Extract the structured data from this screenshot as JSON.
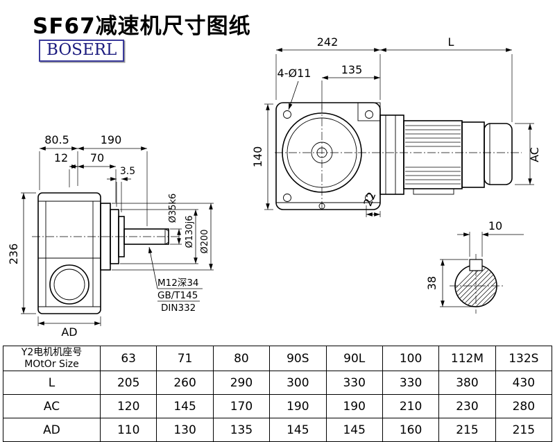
{
  "title": "SF67减速机尺寸图纸",
  "logo": "BOSERL",
  "views": {
    "front": {
      "width": "242",
      "motor_len": "L",
      "holes": "4-Ø11",
      "center_to_edge": "135",
      "height": "140",
      "corner": "22",
      "motor_dia": "AC"
    },
    "side": {
      "w_top_left": "80.5",
      "w_top": "190",
      "w_step": "12",
      "w_mid": "70",
      "w_face": "3.5",
      "height": "236",
      "depth": "AD",
      "shaft_dia": "Ø35k6",
      "spigot_dia": "Ø130j6",
      "flange_dia": "Ø200",
      "tap_note": "M12深34",
      "std1": "GB/T145",
      "std2": "DIN332"
    },
    "shaft": {
      "key_width": "10",
      "key_flat": "38"
    }
  },
  "table": {
    "header_cn": "Y2电机机座号",
    "header_en": "MOtOr Size",
    "sizes": [
      "63",
      "71",
      "80",
      "90S",
      "90L",
      "100",
      "112M",
      "132S"
    ],
    "rows": [
      {
        "label": "L",
        "values": [
          "205",
          "260",
          "290",
          "300",
          "330",
          "330",
          "380",
          "430"
        ]
      },
      {
        "label": "AC",
        "values": [
          "120",
          "145",
          "170",
          "190",
          "190",
          "210",
          "230",
          "280"
        ]
      },
      {
        "label": "AD",
        "values": [
          "110",
          "130",
          "135",
          "145",
          "145",
          "160",
          "215",
          "215"
        ]
      }
    ]
  }
}
